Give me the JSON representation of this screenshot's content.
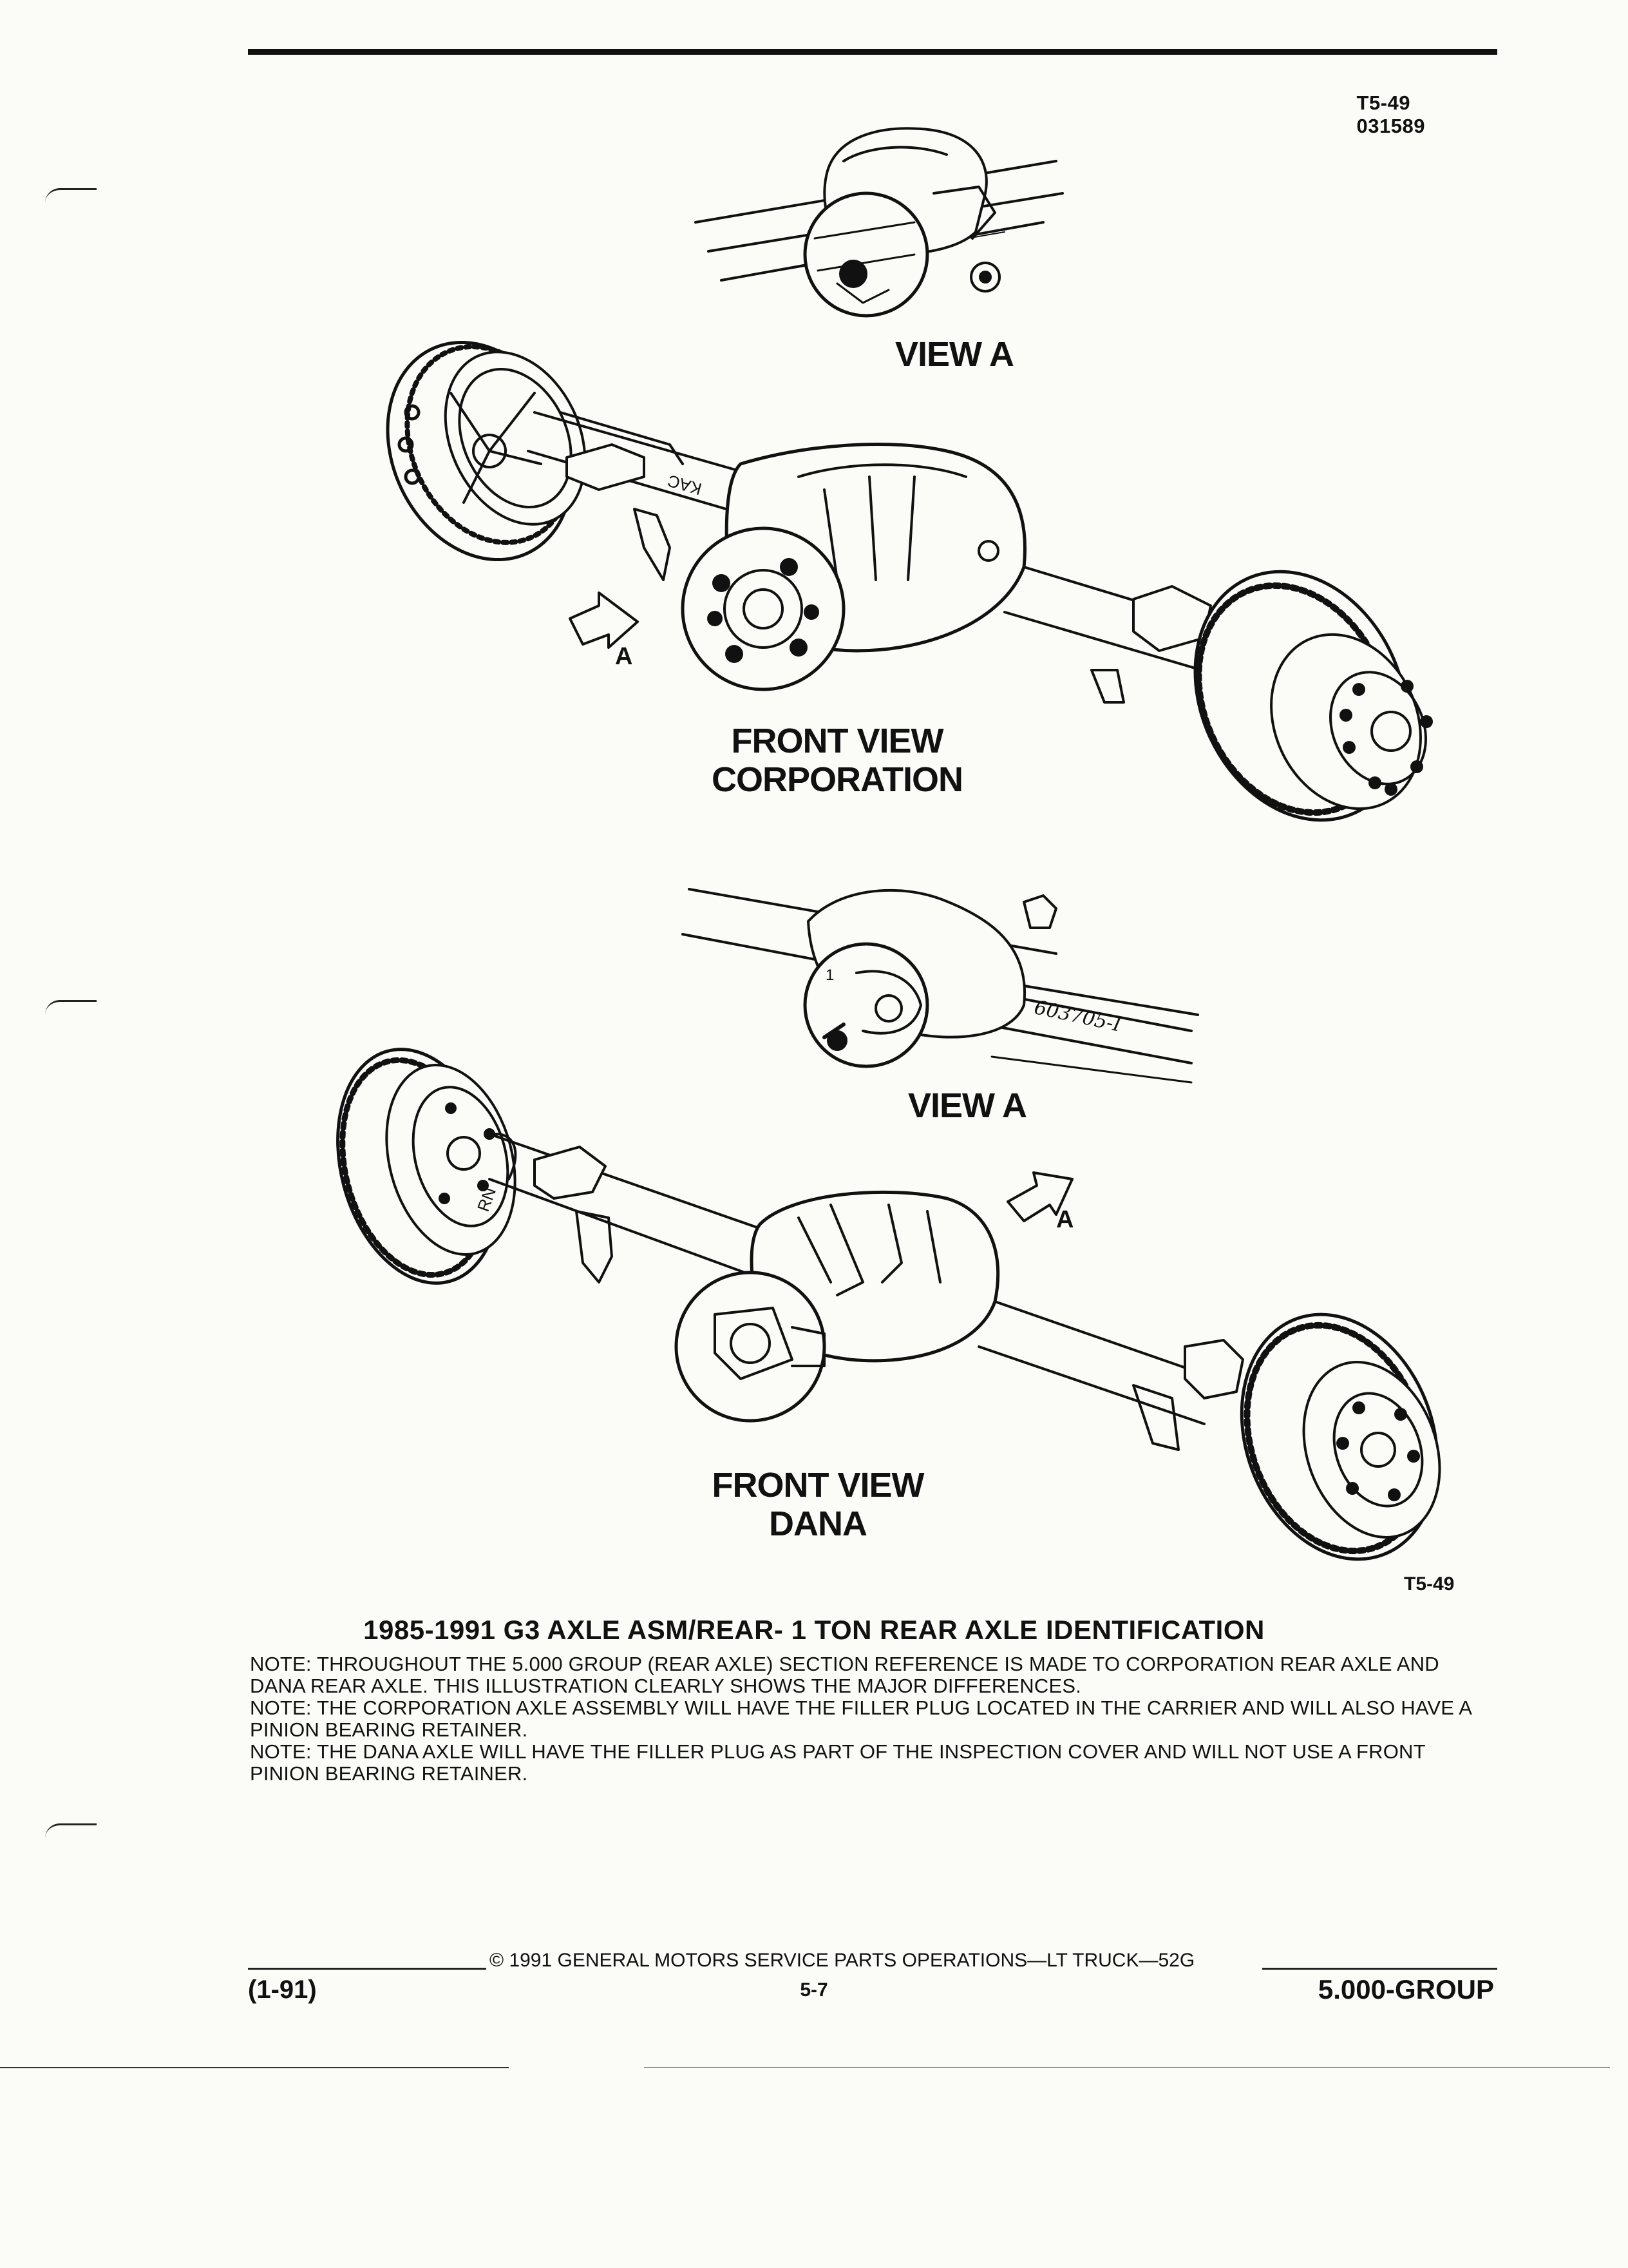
{
  "header": {
    "figure_id": "T5-49",
    "figure_code": "031589"
  },
  "figures": {
    "top": {
      "view_label": "VIEW A",
      "main_label_line1": "FRONT VIEW",
      "main_label_line2": "CORPORATION",
      "arrow_label": "A",
      "housing_text": "KAC"
    },
    "bottom": {
      "view_label": "VIEW A",
      "part_number": "603705-I",
      "callout_1": "1",
      "main_label_line1": "FRONT VIEW",
      "main_label_line2": "DANA",
      "arrow_label": "A",
      "housing_text": "RN"
    },
    "reference": "T5-49"
  },
  "caption": {
    "title": "1985-1991 G3 AXLE ASM/REAR- 1 TON REAR AXLE IDENTIFICATION",
    "notes": [
      "NOTE:  THROUGHOUT THE 5.000 GROUP (REAR AXLE) SECTION REFERENCE IS MADE TO CORPORATION REAR AXLE AND DANA REAR AXLE. THIS ILLUSTRATION CLEARLY SHOWS THE MAJOR DIFFERENCES.",
      "NOTE:  THE CORPORATION AXLE ASSEMBLY WILL HAVE THE FILLER PLUG LOCATED IN THE CARRIER AND WILL ALSO HAVE A PINION BEARING RETAINER.",
      "NOTE:  THE DANA AXLE WILL HAVE THE FILLER PLUG AS PART OF THE INSPECTION COVER AND WILL NOT USE A FRONT PINION BEARING RETAINER."
    ]
  },
  "footer": {
    "copyright": "© 1991 GENERAL MOTORS SERVICE PARTS OPERATIONS—LT TRUCK—52G",
    "date_code": "(1-91)",
    "page": "5-7",
    "group": "5.000-GROUP"
  }
}
